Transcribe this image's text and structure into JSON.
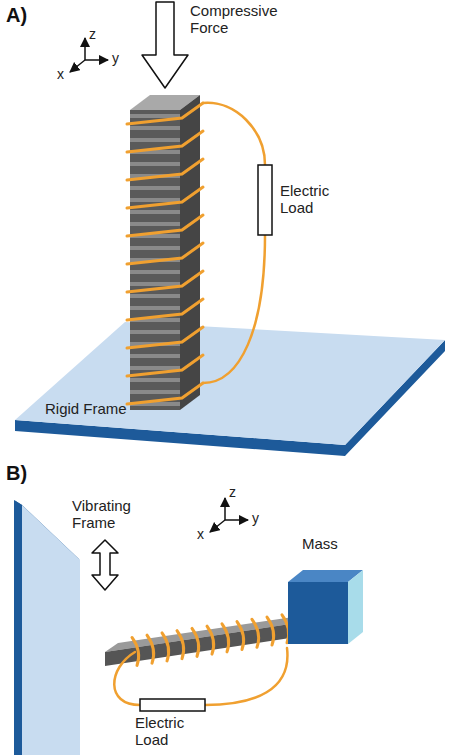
{
  "diagram": {
    "nodes": [
      {
        "text": [
          "Rigid Frame"
        ]
      },
      {
        "text": [
          "Vibrating Frame"
        ]
      }
    ],
    "labels": [
      "A)",
      "Compressive Force",
      "x",
      "z",
      "y",
      "Electric Load",
      "B)",
      "x",
      "z",
      "y",
      "Mass",
      "Electric Load"
    ]
  }
}
